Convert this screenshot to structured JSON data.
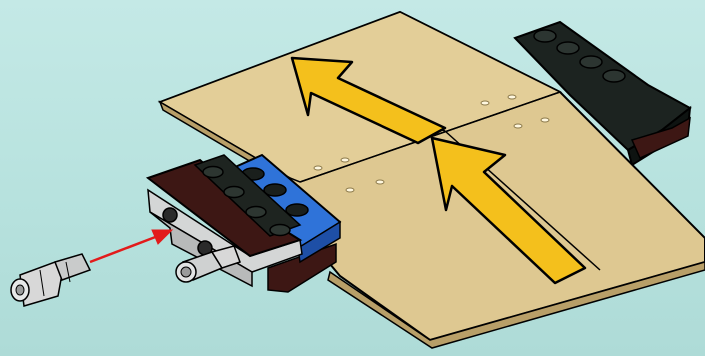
{
  "scene": {
    "colors": {
      "background": "#b9e3df",
      "tan_plate": "#dcc58f",
      "tan_edge": "#b89f68",
      "arrow_yellow": "#f4c01c",
      "brick_blue": "#2f73d9",
      "brick_black": "#1e2420",
      "brick_dark_red": "#3d1714",
      "assembly_arrow": "#e21b1b",
      "technic_pin_gray": "#d8d8d8"
    },
    "parts": [
      {
        "name": "tan-ramp-plate",
        "icon": "sloped-wedge-plate"
      },
      {
        "name": "yellow-direction-arrows",
        "count": 2,
        "icon": "arrow-up-icon"
      },
      {
        "name": "black-curved-slope-brick",
        "icon": "curved-slope-brick"
      },
      {
        "name": "dark-red-plate-1x4",
        "icon": "plate"
      },
      {
        "name": "black-brick-with-pin-holes",
        "icon": "technic-brick"
      },
      {
        "name": "blue-plate-2x2",
        "icon": "plate"
      },
      {
        "name": "light-gray-technic-pin",
        "icon": "technic-pin"
      }
    ]
  }
}
